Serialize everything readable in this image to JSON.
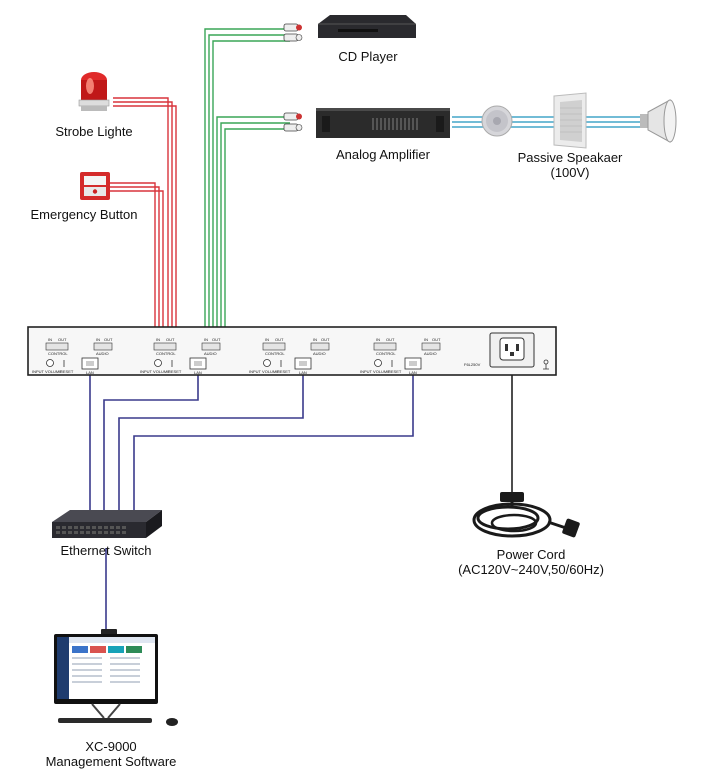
{
  "devices": {
    "cd_player": "CD Player",
    "strobe_light": "Strobe Lighte",
    "analog_amplifier": "Analog Amplifier",
    "passive_speaker_line1": "Passive Speakaer",
    "passive_speaker_line2": "(100V)",
    "emergency_button": "Emergency Button",
    "ethernet_switch": "Ethernet Switch",
    "power_cord_line1": "Power Cord",
    "power_cord_line2": "(AC120V~240V,50/60Hz)",
    "software_line1": "XC-9000",
    "software_line2": "Management Software"
  },
  "panel": {
    "in_label": "IN",
    "out_label": "OUT",
    "control_label": "CONTROL",
    "audio_label": "AUDIO",
    "lan_label": "LAN",
    "input_volume_label": "INPUT VOLUME",
    "reset_label": "RESET",
    "fuse_label": "F6L250V"
  },
  "colors": {
    "control_wire": "#d8343c",
    "audio_wire": "#3aa657",
    "network_wire": "#3a3a8c",
    "speaker_wire": "#43a5c9",
    "power_wire": "#222222"
  },
  "icons": {
    "cd_player": "cd-player-icon",
    "strobe_light": "strobe-light-icon",
    "analog_amplifier": "amplifier-icon",
    "ceiling_speaker": "ceiling-speaker-icon",
    "wall_speaker": "wall-speaker-icon",
    "horn_speaker": "horn-speaker-icon",
    "emergency_button": "emergency-button-icon",
    "ethernet_switch": "switch-icon",
    "power_cord": "power-cord-icon",
    "computer": "computer-icon"
  }
}
